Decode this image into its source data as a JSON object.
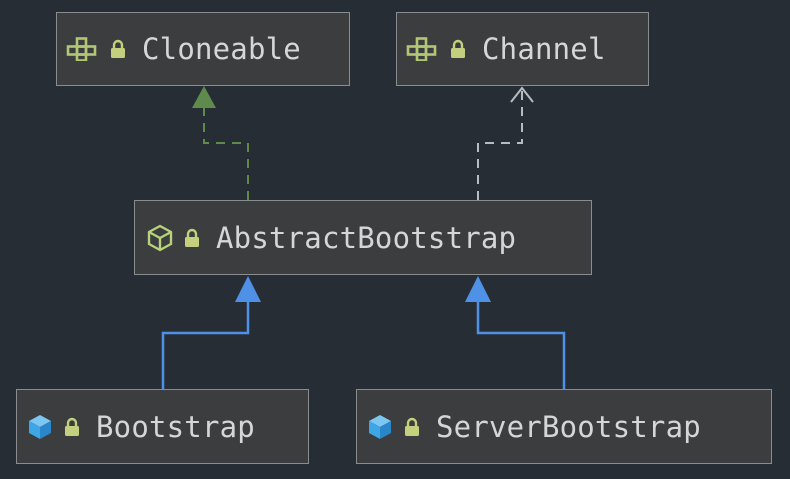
{
  "nodes": {
    "cloneable": {
      "label": "Cloneable",
      "kind": "interface",
      "icon": "interface-icon",
      "locked": true
    },
    "channel": {
      "label": "Channel",
      "kind": "interface",
      "icon": "interface-icon",
      "locked": true
    },
    "abstract_bootstrap": {
      "label": "AbstractBootstrap",
      "kind": "abstract-class",
      "icon": "abstract-class-icon",
      "locked": true
    },
    "bootstrap": {
      "label": "Bootstrap",
      "kind": "class",
      "icon": "class-icon",
      "locked": true
    },
    "server_bootstrap": {
      "label": "ServerBootstrap",
      "kind": "class",
      "icon": "class-icon",
      "locked": true
    }
  },
  "edges": [
    {
      "from": "abstract_bootstrap",
      "to": "cloneable",
      "type": "implements",
      "style": "dashed",
      "arrow": "filled"
    },
    {
      "from": "abstract_bootstrap",
      "to": "channel",
      "type": "dependency",
      "style": "dashed",
      "arrow": "open"
    },
    {
      "from": "bootstrap",
      "to": "abstract_bootstrap",
      "type": "extends",
      "style": "solid",
      "arrow": "filled"
    },
    {
      "from": "server_bootstrap",
      "to": "abstract_bootstrap",
      "type": "extends",
      "style": "solid",
      "arrow": "filled"
    }
  ],
  "colors": {
    "background": "#262d35",
    "node_fill": "#3b3d3f",
    "node_border": "#8a8d90",
    "text": "#d6d6d6",
    "implements_edge": "#5e8a4c",
    "dependency_edge": "#b8bcc0",
    "extends_edge": "#4f91e6",
    "interface_icon": "#b2c774",
    "abstract_icon": "#b8d27a",
    "class_icon": "#3ea5e6",
    "lock_icon": "#c4d07d"
  }
}
